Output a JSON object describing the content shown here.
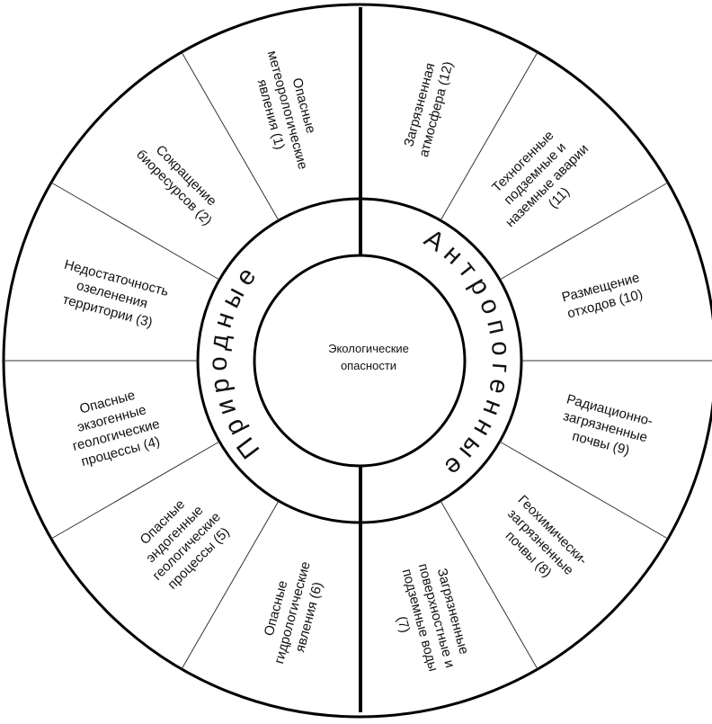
{
  "center": {
    "lines": [
      "Экологические",
      "опасности"
    ]
  },
  "groups": {
    "natural": "Природные",
    "anthropogenic": "Антропогенные"
  },
  "segments": [
    {
      "id": 1,
      "lines": [
        "Опасные",
        "метеорологические",
        "явления (1)"
      ]
    },
    {
      "id": 2,
      "lines": [
        "Сокращение",
        "биоресурсов (2)"
      ]
    },
    {
      "id": 3,
      "lines": [
        "Недостаточность",
        "озеленения",
        "территории (3)"
      ]
    },
    {
      "id": 4,
      "lines": [
        "Опасные",
        "экзогенные",
        "геологические",
        "процессы (4)"
      ]
    },
    {
      "id": 5,
      "lines": [
        "Опасные",
        "эндогенные",
        "геологические",
        "процессы (5)"
      ]
    },
    {
      "id": 6,
      "lines": [
        "Опасные",
        "гидрологические",
        "явления (6)"
      ]
    },
    {
      "id": 7,
      "lines": [
        "Загрязненные",
        "поверхностные и",
        "подземные воды",
        "(7)"
      ]
    },
    {
      "id": 8,
      "lines": [
        "Геохимически-",
        "загрязненные",
        "почвы (8)"
      ]
    },
    {
      "id": 9,
      "lines": [
        "Радиационно-",
        "загрязненные",
        "почвы (9)"
      ]
    },
    {
      "id": 10,
      "lines": [
        "Размещение",
        "отходов (10)"
      ]
    },
    {
      "id": 11,
      "lines": [
        "Техногенные",
        "подземные и",
        "наземные аварии",
        "(11)"
      ]
    },
    {
      "id": 12,
      "lines": [
        "Загрязненная",
        "атмосфера (12)"
      ]
    }
  ]
}
